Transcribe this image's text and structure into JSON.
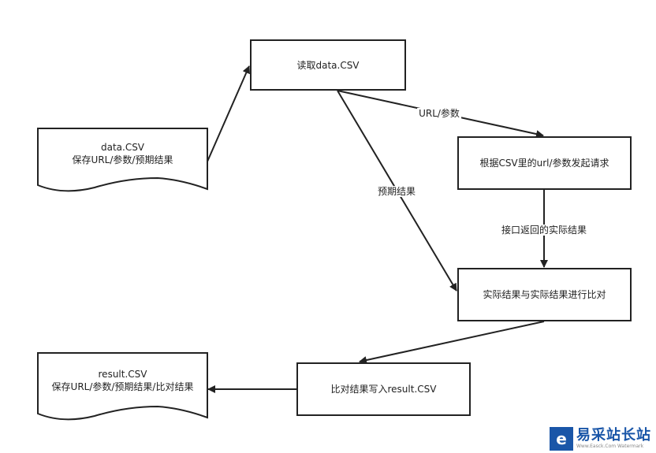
{
  "nodes": {
    "data_csv": {
      "line1": "data.CSV",
      "line2": "保存URL/参数/预期结果"
    },
    "read": "读取data.CSV",
    "request": "根据CSV里的url/参数发起请求",
    "compare": "实际结果与实际结果进行比对",
    "write": "比对结果写入result.CSV",
    "result_csv": {
      "line1": "result.CSV",
      "line2": "保存URL/参数/预期结果/比对结果"
    }
  },
  "edges": {
    "url_params": "URL/参数",
    "expected": "预期结果",
    "actual": "接口返回的实际结果"
  },
  "watermark": {
    "logo": "e",
    "text": "易采站长站",
    "sub": "Www.Easck.Com Watermark"
  }
}
